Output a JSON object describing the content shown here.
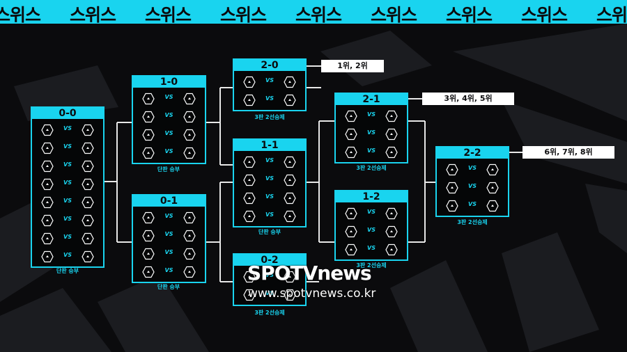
{
  "banner": {
    "text": "스위스",
    "repeat": 9
  },
  "accent_color": "#19d4ef",
  "vs_label": "VS",
  "team_icon": "hexagon-team-icon",
  "rounds": [
    {
      "id": "r00",
      "header": "0-0",
      "matches": 8,
      "caption": "단판 승부"
    },
    {
      "id": "r10",
      "header": "1-0",
      "matches": 4,
      "caption": "단판 승부"
    },
    {
      "id": "r01",
      "header": "0-1",
      "matches": 4,
      "caption": "단판 승부"
    },
    {
      "id": "r20",
      "header": "2-0",
      "matches": 2,
      "caption": "3판 2선승제",
      "result": "1위, 2위"
    },
    {
      "id": "r11",
      "header": "1-1",
      "matches": 4,
      "caption": "단판 승부"
    },
    {
      "id": "r02",
      "header": "0-2",
      "matches": 2,
      "caption": "3판 2선승제"
    },
    {
      "id": "r21",
      "header": "2-1",
      "matches": 3,
      "caption": "3판 2선승제",
      "result": "3위, 4위, 5위"
    },
    {
      "id": "r12",
      "header": "1-2",
      "matches": 3,
      "caption": "3판 2선승제"
    },
    {
      "id": "r22",
      "header": "2-2",
      "matches": 3,
      "caption": "3판 2선승제",
      "result": "6위, 7위, 8위"
    }
  ],
  "watermark": {
    "brand": "SPOTVnews",
    "url": "www.spotvnews.co.kr"
  }
}
